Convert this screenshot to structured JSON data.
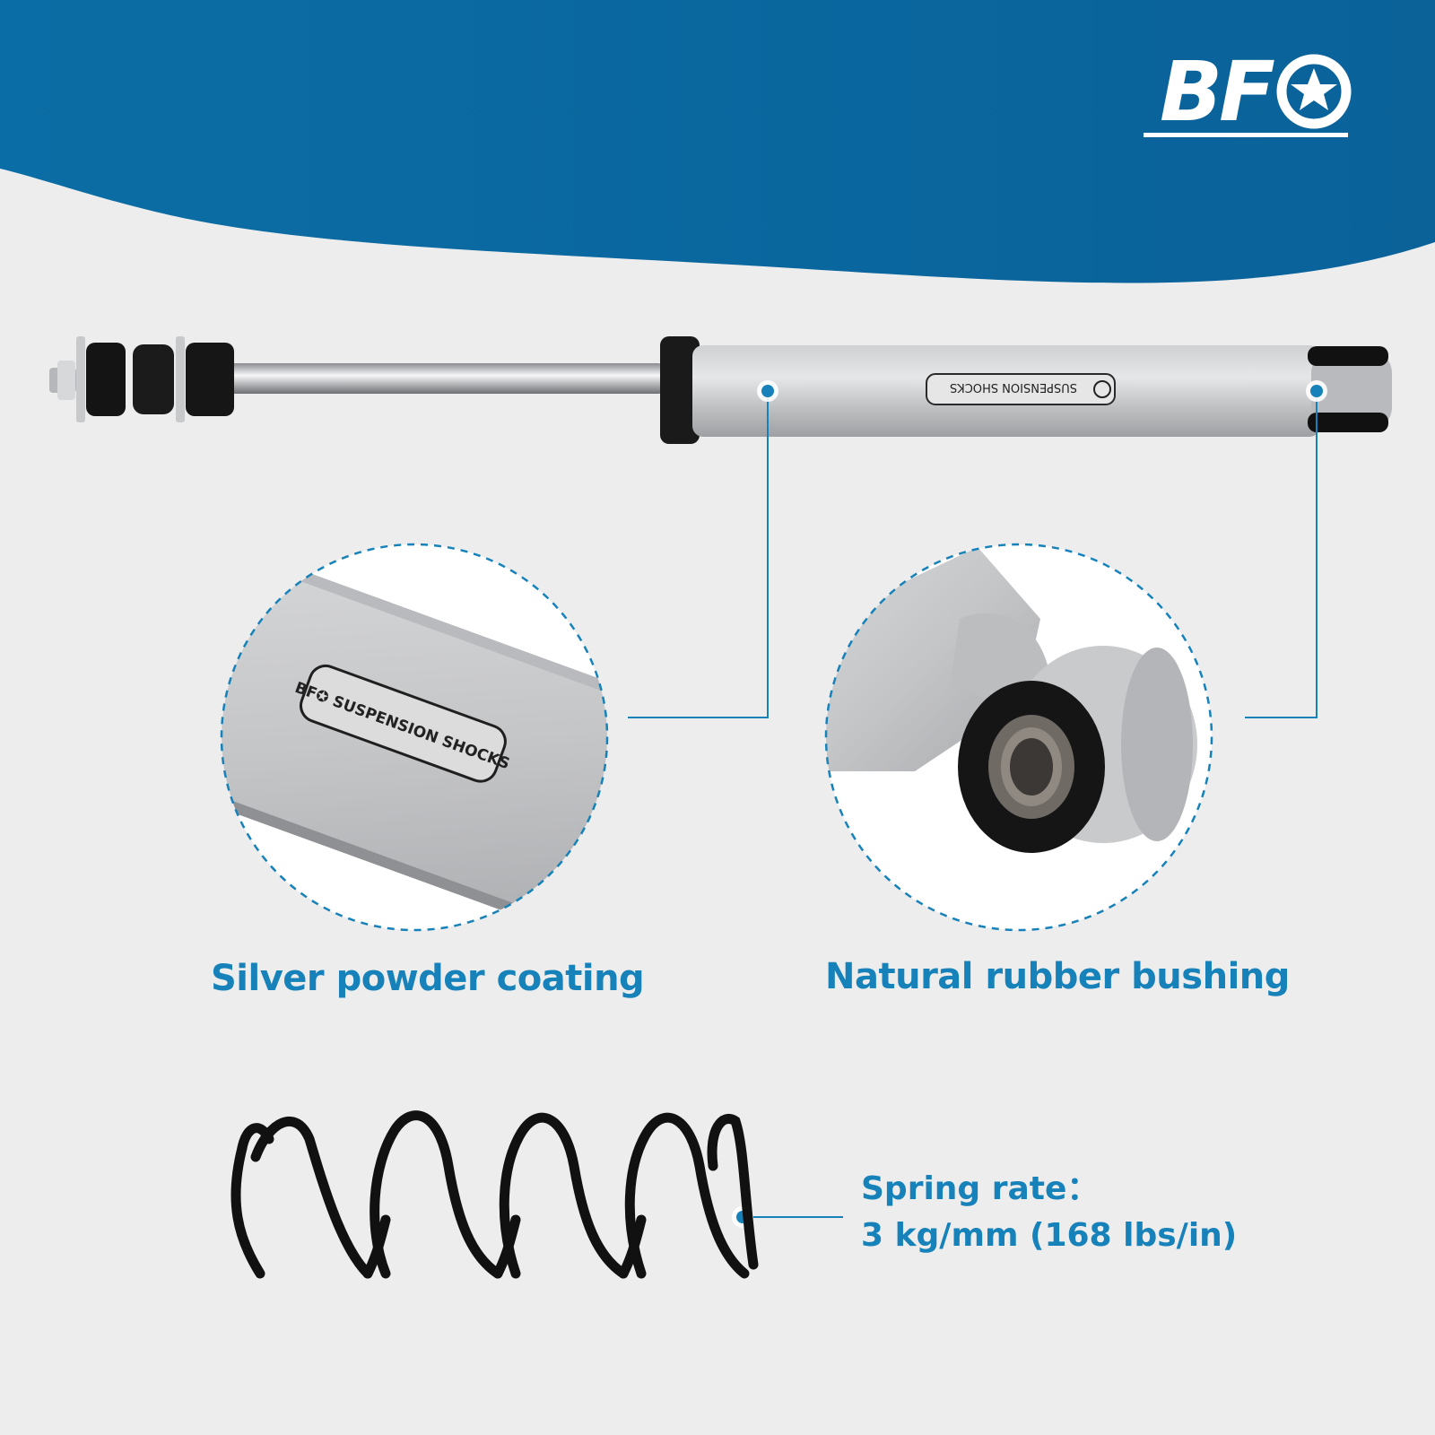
{
  "brand": {
    "logo_text": "BFO",
    "colors": {
      "primary_blue": "#0a6aa1",
      "accent_blue": "#1682b9",
      "background": "#ededee",
      "white": "#ffffff"
    }
  },
  "product": {
    "shock_label": "BFO SUSPENSION SHOCKS"
  },
  "features": [
    {
      "label": "Silver powder coating",
      "icon": "shock-body-closeup"
    },
    {
      "label": "Natural rubber bushing",
      "icon": "rubber-bushing-closeup"
    }
  ],
  "spring_spec": {
    "title": "Spring rate：",
    "value": "3 kg/mm (168 lbs/in)",
    "icon": "coil-spring"
  }
}
